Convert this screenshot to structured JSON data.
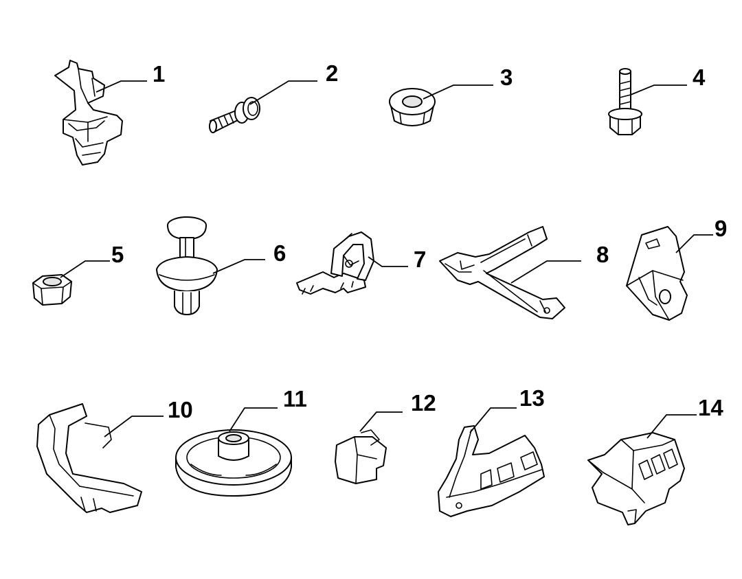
{
  "callouts": [
    {
      "number": "1"
    },
    {
      "number": "2"
    },
    {
      "number": "3"
    },
    {
      "number": "4"
    },
    {
      "number": "5"
    },
    {
      "number": "6"
    },
    {
      "number": "7"
    },
    {
      "number": "8"
    },
    {
      "number": "9"
    },
    {
      "number": "10"
    },
    {
      "number": "11"
    },
    {
      "number": "12"
    },
    {
      "number": "13"
    },
    {
      "number": "14"
    }
  ]
}
